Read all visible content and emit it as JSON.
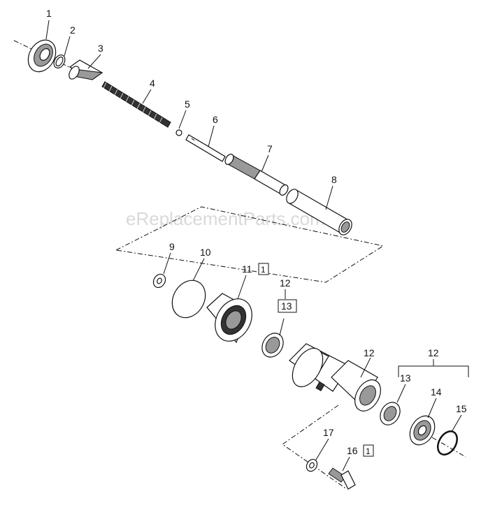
{
  "watermark": "eReplacementParts.com",
  "callouts": {
    "c1": "1",
    "c2": "2",
    "c3": "3",
    "c4": "4",
    "c5": "5",
    "c6": "6",
    "c7": "7",
    "c8": "8",
    "c9": "9",
    "c10": "10",
    "c11": "11",
    "c11_box": "1",
    "c12a": "12",
    "c13a": "13",
    "c12b": "12",
    "c12c": "12",
    "c13b": "13",
    "c14": "14",
    "c15": "15",
    "c16": "16",
    "c16_box": "1",
    "c17": "17"
  }
}
